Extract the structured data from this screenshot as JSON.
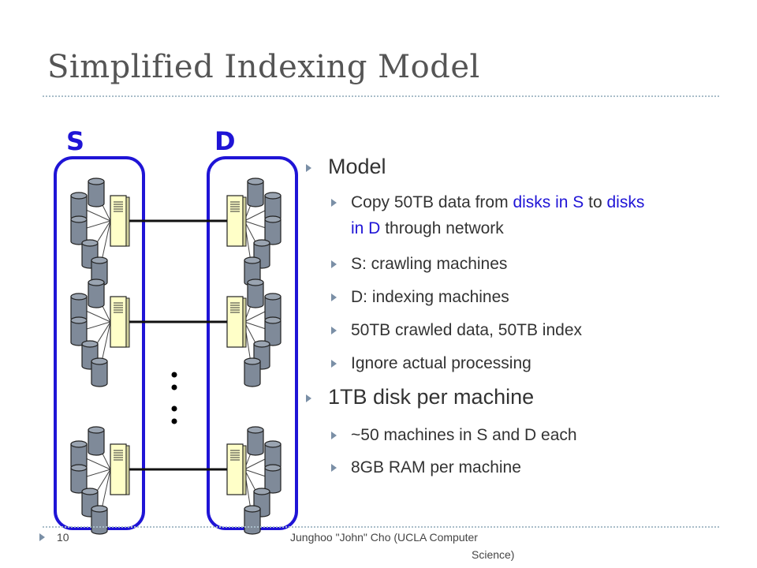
{
  "slide": {
    "title": "Simplified Indexing Model",
    "page_number": "10",
    "footer_line1": "Junghoo \"John\" Cho (UCLA Computer",
    "footer_line2": "Science)"
  },
  "diagram": {
    "left_group_label": "S",
    "right_group_label": "D",
    "ellipsis": ":",
    "highlight_color": "#1f14d6"
  },
  "bullets": {
    "model": "Model",
    "copy_prefix": "Copy 50TB data from ",
    "copy_s": "disks in S",
    "copy_to": " to ",
    "copy_d1": "disks",
    "copy_d2": "in D",
    "copy_suffix": " through network",
    "s_desc": "S: crawling machines",
    "d_desc": "D: indexing machines",
    "data_size": "50TB crawled data, 50TB index",
    "ignore": "Ignore actual processing",
    "disk": "1TB disk per machine",
    "machines": "~50 machines in S and D each",
    "ram": "8GB RAM per machine"
  }
}
